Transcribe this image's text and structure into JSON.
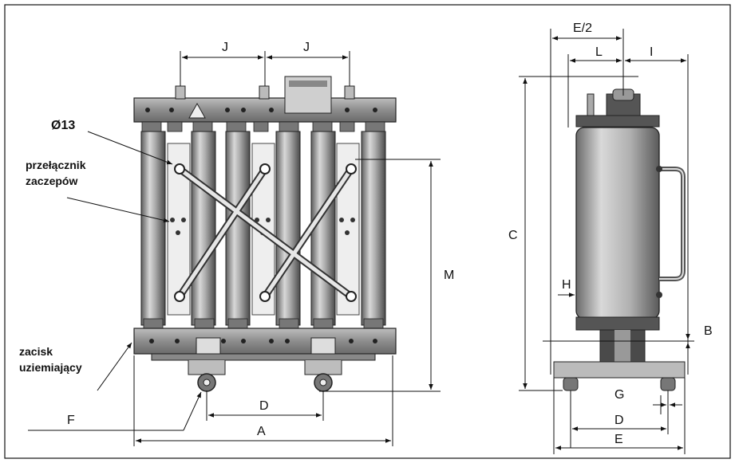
{
  "diagram": {
    "front_view": {
      "dimension_labels": {
        "A": "A",
        "D": "D",
        "F": "F",
        "J_left": "J",
        "J_right": "J",
        "M": "M",
        "diameter": "Ø13"
      },
      "notes": {
        "tap_changer_line1": "przełącznik",
        "tap_changer_line2": "zaczepów",
        "ground_line1": "zacisk",
        "ground_line2": "uziemiający"
      }
    },
    "side_view": {
      "dimension_labels": {
        "E_half": "E/2",
        "L": "L",
        "I": "I",
        "C": "C",
        "H": "H",
        "B": "B",
        "G": "G",
        "D": "D",
        "E": "E"
      }
    }
  },
  "colors": {
    "line": "#111111",
    "frame_gray": "#9a9a9a",
    "coil_dark": "#6e6e6e",
    "coil_light": "#d4d4d4",
    "background": "#ffffff"
  }
}
